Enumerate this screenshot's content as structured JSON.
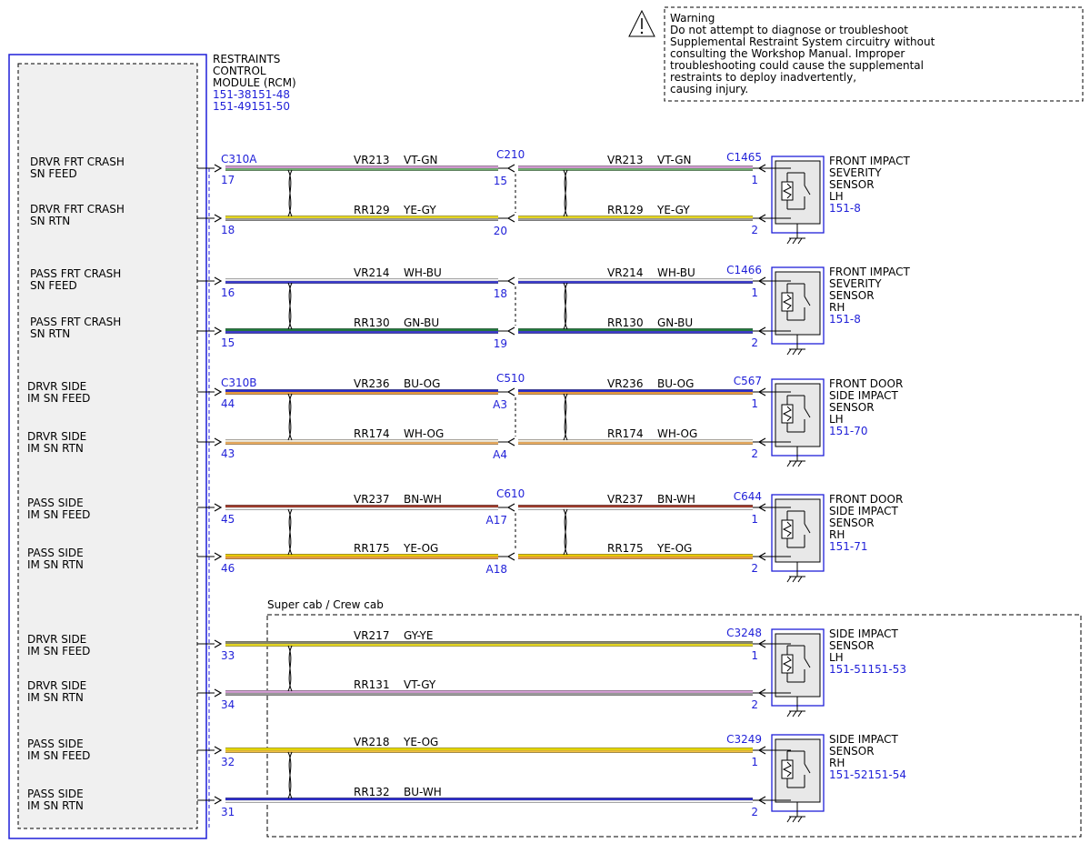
{
  "warning": {
    "title": "Warning",
    "lines": [
      "Do not attempt to diagnose or troubleshoot",
      "Supplemental Restraint System circuitry without",
      "consulting the Workshop Manual. Improper",
      "troubleshooting could cause the supplemental",
      "restraints to deploy inadvertently,",
      "causing injury."
    ]
  },
  "module": {
    "name_lines": [
      "RESTRAINTS",
      "CONTROL",
      "MODULE (RCM)"
    ],
    "refs": [
      "151-38151-48",
      "151-49151-50"
    ]
  },
  "super_cab_label": "Super cab / Crew cab",
  "colors": {
    "link": "#1f1fd8",
    "module_border": "#1f1fd8"
  },
  "pin_labels": [
    [
      "DRVR FRT CRASH",
      "SN FEED"
    ],
    [
      "DRVR FRT CRASH",
      "SN RTN"
    ],
    [
      "PASS FRT CRASH",
      "SN FEED"
    ],
    [
      "PASS FRT CRASH",
      "SN RTN"
    ],
    [
      "DRVR SIDE",
      "IM SN FEED"
    ],
    [
      "DRVR SIDE",
      "IM SN RTN"
    ],
    [
      "PASS SIDE",
      "IM SN FEED"
    ],
    [
      "PASS SIDE",
      "IM SN RTN"
    ],
    [
      "DRVR SIDE",
      "IM SN FEED"
    ],
    [
      "DRVR SIDE",
      "IM SN RTN"
    ],
    [
      "PASS SIDE",
      "IM SN FEED"
    ],
    [
      "PASS SIDE",
      "IM SN RTN"
    ]
  ],
  "wires": [
    {
      "circuit": "VR213",
      "color": "VT-GN",
      "pin": "17",
      "mid_pin": "15",
      "dest_pin": "1",
      "colors": [
        "#d8a0d8",
        "#6fae6f"
      ]
    },
    {
      "circuit": "RR129",
      "color": "YE-GY",
      "pin": "18",
      "mid_pin": "20",
      "dest_pin": "2",
      "colors": [
        "#f0e020",
        "#a0a0a0"
      ]
    },
    {
      "circuit": "VR214",
      "color": "WH-BU",
      "pin": "16",
      "mid_pin": "18",
      "dest_pin": "1",
      "colors": [
        "#f4f4f4",
        "#3a3ad0"
      ]
    },
    {
      "circuit": "RR130",
      "color": "GN-BU",
      "pin": "15",
      "mid_pin": "19",
      "dest_pin": "2",
      "colors": [
        "#1d7a3a",
        "#3a3ad0"
      ]
    },
    {
      "circuit": "VR236",
      "color": "BU-OG",
      "pin": "44",
      "mid_pin": "A3",
      "dest_pin": "1",
      "colors": [
        "#2a2ad0",
        "#f0a040"
      ]
    },
    {
      "circuit": "RR174",
      "color": "WH-OG",
      "pin": "43",
      "mid_pin": "A4",
      "dest_pin": "2",
      "colors": [
        "#f6f0e0",
        "#f0b060"
      ]
    },
    {
      "circuit": "VR237",
      "color": "BN-WH",
      "pin": "45",
      "mid_pin": "A17",
      "dest_pin": "1",
      "colors": [
        "#a33a2a",
        "#f4f4f4"
      ]
    },
    {
      "circuit": "RR175",
      "color": "YE-OG",
      "pin": "46",
      "mid_pin": "A18",
      "dest_pin": "2",
      "colors": [
        "#f0d000",
        "#f0a040"
      ]
    },
    {
      "circuit": "VR217",
      "color": "GY-YE",
      "pin": "33",
      "mid_pin": "",
      "dest_pin": "1",
      "colors": [
        "#8a8a6a",
        "#f0e020"
      ]
    },
    {
      "circuit": "RR131",
      "color": "VT-GY",
      "pin": "34",
      "mid_pin": "",
      "dest_pin": "2",
      "colors": [
        "#d8a0d8",
        "#a0a0a0"
      ]
    },
    {
      "circuit": "VR218",
      "color": "YE-OG",
      "pin": "32",
      "mid_pin": "",
      "dest_pin": "1",
      "colors": [
        "#f0e000",
        "#f0c040"
      ]
    },
    {
      "circuit": "RR132",
      "color": "BU-WH",
      "pin": "31",
      "mid_pin": "",
      "dest_pin": "2",
      "colors": [
        "#2a2ad0",
        "#f4f4f4"
      ]
    }
  ],
  "groups": [
    {
      "rcm_connector": "C310A",
      "mid_connector": "C210",
      "dest_connector": "C1465",
      "sensor_lines": [
        "FRONT IMPACT",
        "SEVERITY",
        "SENSOR",
        "LH"
      ],
      "sensor_ref": "151-8"
    },
    {
      "rcm_connector": "",
      "mid_connector": "",
      "dest_connector": "C1466",
      "sensor_lines": [
        "FRONT IMPACT",
        "SEVERITY",
        "SENSOR",
        "RH"
      ],
      "sensor_ref": "151-8"
    },
    {
      "rcm_connector": "C310B",
      "mid_connector": "C510",
      "dest_connector": "C567",
      "sensor_lines": [
        "FRONT DOOR",
        "SIDE IMPACT",
        "SENSOR",
        "LH"
      ],
      "sensor_ref": "151-70"
    },
    {
      "rcm_connector": "",
      "mid_connector": "C610",
      "dest_connector": "C644",
      "sensor_lines": [
        "FRONT DOOR",
        "SIDE IMPACT",
        "SENSOR",
        "RH"
      ],
      "sensor_ref": "151-71"
    },
    {
      "rcm_connector": "",
      "mid_connector": "",
      "dest_connector": "C3248",
      "sensor_lines": [
        "SIDE IMPACT",
        "SENSOR",
        "LH"
      ],
      "sensor_ref": "151-51151-53"
    },
    {
      "rcm_connector": "",
      "mid_connector": "",
      "dest_connector": "C3249",
      "sensor_lines": [
        "SIDE IMPACT",
        "SENSOR",
        "RH"
      ],
      "sensor_ref": "151-52151-54"
    }
  ]
}
